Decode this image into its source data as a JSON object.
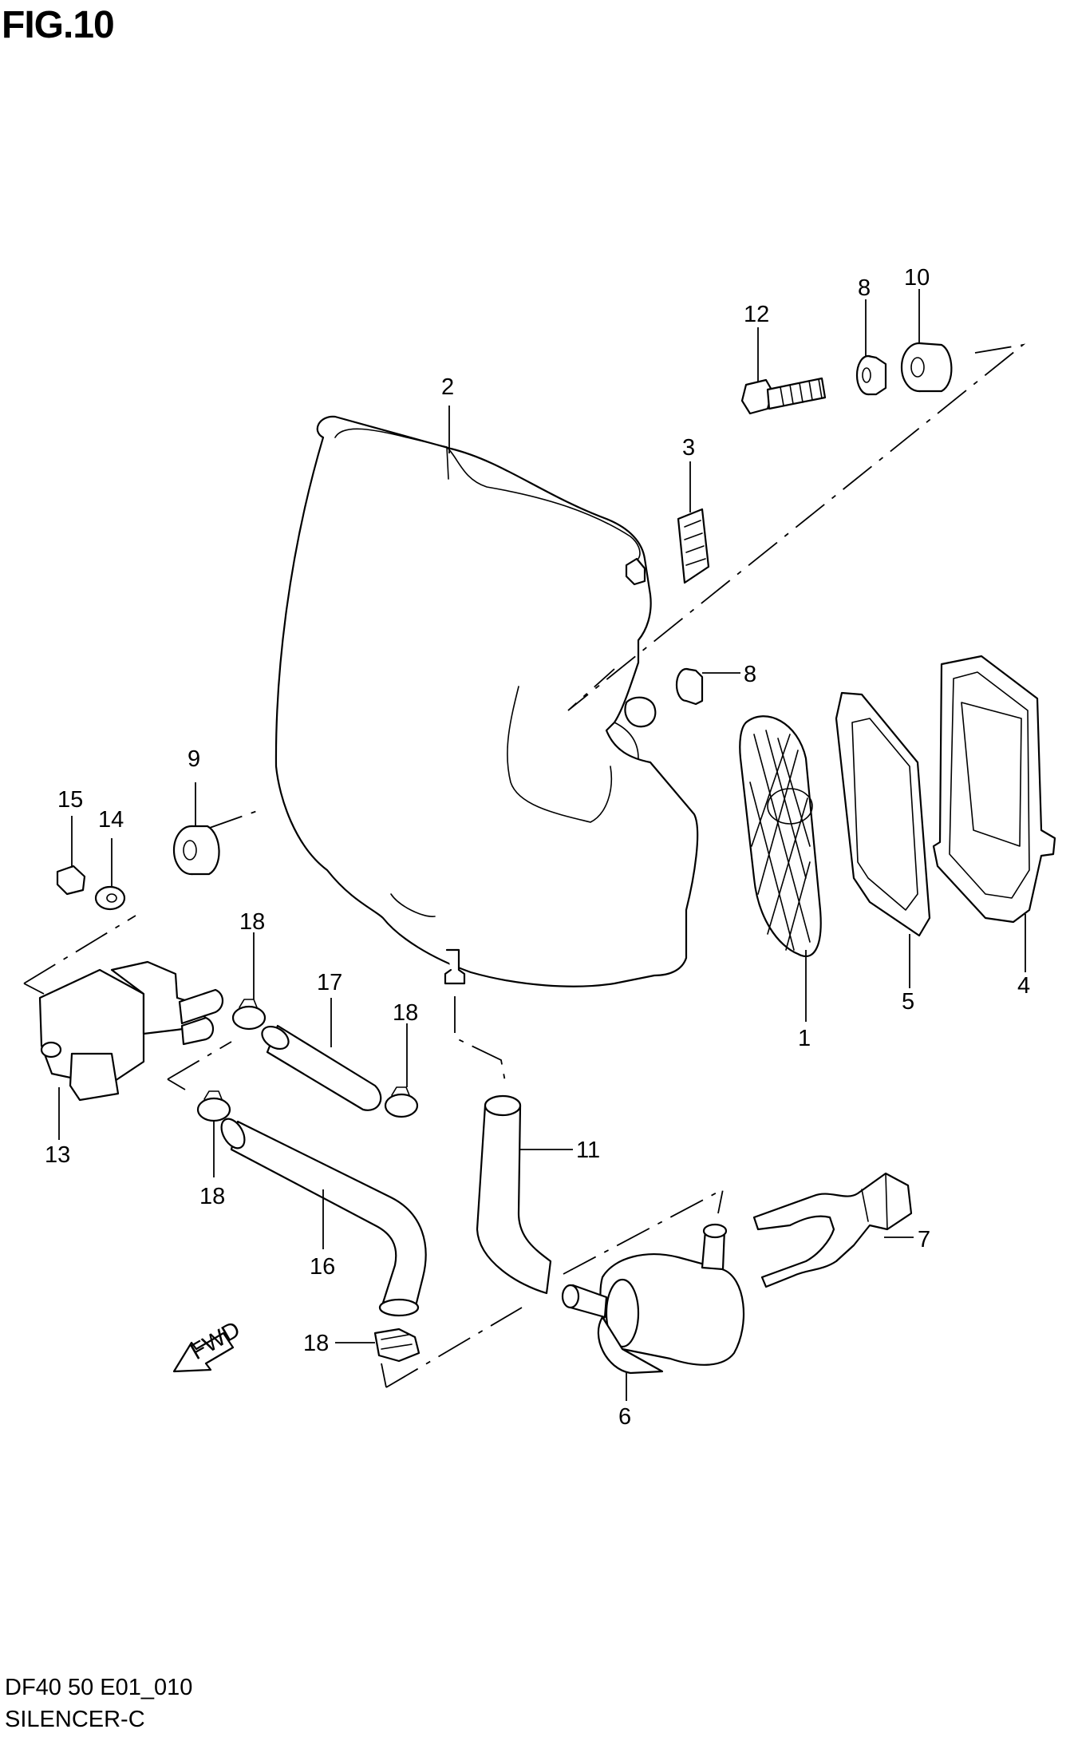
{
  "figure": {
    "title": "FIG.10"
  },
  "callouts": [
    "1",
    "2",
    "3",
    "4",
    "5",
    "6",
    "7",
    "8",
    "8",
    "9",
    "10",
    "11",
    "12",
    "13",
    "14",
    "15",
    "16",
    "17",
    "18",
    "18",
    "18",
    "18"
  ],
  "fwd_label": "FWD",
  "footer": {
    "code": "DF40 50 E01_010",
    "name": "SILENCER-C"
  }
}
